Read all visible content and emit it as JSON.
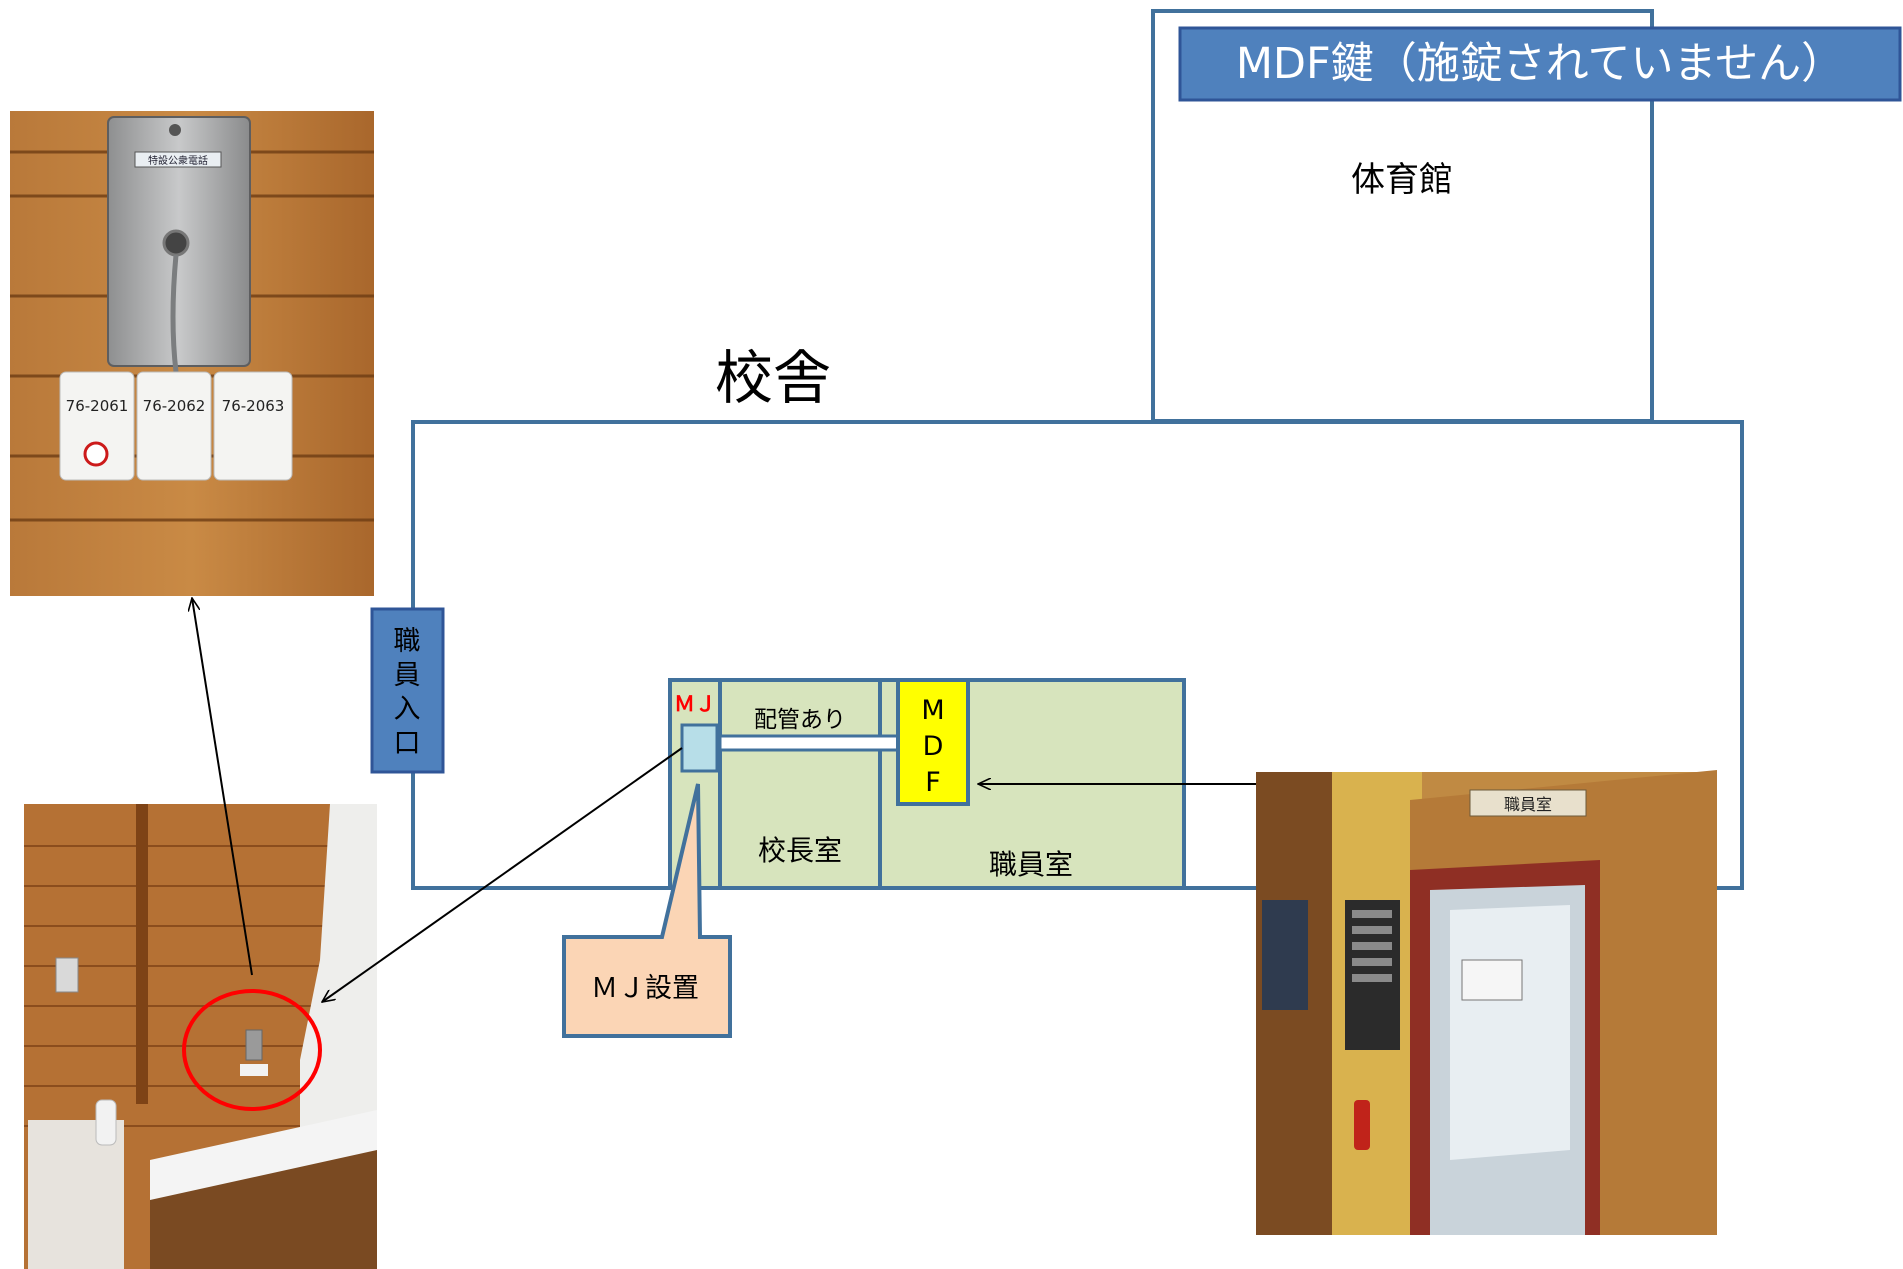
{
  "title_banner": "MDF鍵（施錠されていません）",
  "labels": {
    "gymnasium": "体育館",
    "school_building": "校舎",
    "staff_entrance": [
      "職",
      "員",
      "入",
      "口"
    ],
    "mj_short": "ＭＪ",
    "piping": "配管あり",
    "mdf": [
      "M",
      "D",
      "F"
    ],
    "principal_office": "校長室",
    "staff_room": "職員室",
    "mj_callout": "ＭＪ設置"
  },
  "photos": {
    "wall_plate_labels": [
      "76-2061",
      "76-2062",
      "76-2063"
    ],
    "wall_plate_sign": "特設公衆電話",
    "door_sign": "職員室"
  },
  "colors": {
    "building_outline": "#41719c",
    "banner_fill": "#4f81bd",
    "room_fill": "#d7e4bd",
    "mdf_fill": "#ffff00",
    "mj_box_fill": "#b7dee8",
    "callout_fill": "#fbd5b5",
    "mj_text": "#ff0000",
    "highlight_circle": "#ff0000"
  }
}
